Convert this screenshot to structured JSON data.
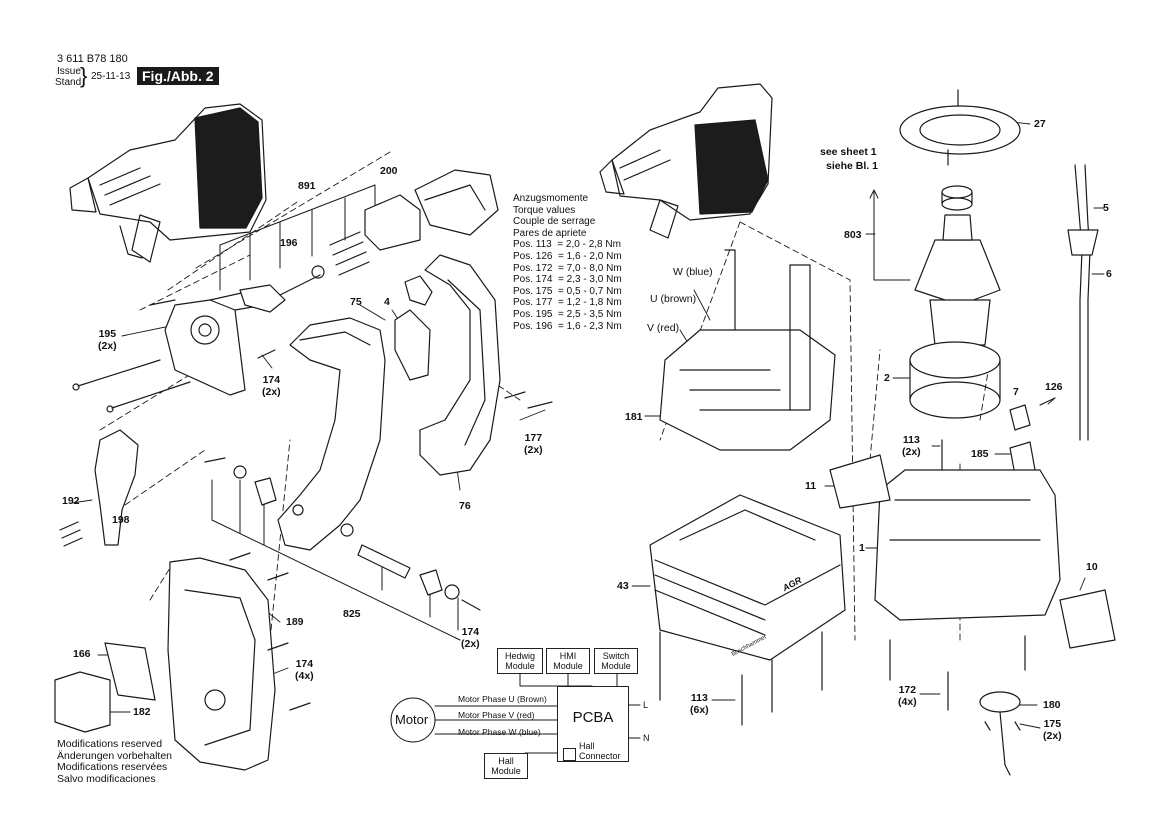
{
  "header": {
    "doc_number": "3 611 B78 180",
    "issue_label": "Issue",
    "stand_label": "Stand",
    "brace": "}",
    "date": "25-11-13",
    "fig_badge": "Fig./Abb. 2"
  },
  "torque": {
    "heading": [
      "Anzugsmomente",
      "Torque values",
      "Couple de serrage",
      "Pares de apriete"
    ],
    "rows": [
      "Pos. 113  = 2,0 - 2,8 Nm",
      "Pos. 126  = 1,6 - 2,0 Nm",
      "Pos. 172  = 7,0 - 8,0 Nm",
      "Pos. 174  = 2,3 - 3,0 Nm",
      "Pos. 175  = 0,5 - 0,7 Nm",
      "Pos. 177  = 1,2 - 1,8 Nm",
      "Pos. 195  = 2,5 - 3,5 Nm",
      "Pos. 196  = 1,6 - 2,3 Nm"
    ]
  },
  "wires": {
    "w": "W (blue)",
    "u": "U (brown)",
    "v": "V (red)"
  },
  "see_sheet": [
    "see sheet 1",
    "siehe Bl. 1"
  ],
  "parts": {
    "p891": "891",
    "p200": "200",
    "p196": "196",
    "p195": "195\n(2x)",
    "p75": "75",
    "p4": "4",
    "p174a": "174\n(2x)",
    "p177": "177\n(2x)",
    "p76": "76",
    "p192": "192",
    "p198": "198",
    "p825": "825",
    "p174b": "174\n(2x)",
    "p189": "189",
    "p166": "166",
    "p174c": "174\n(4x)",
    "p182": "182",
    "p27": "27",
    "p803": "803",
    "p5": "5",
    "p6": "6",
    "p2": "2",
    "p7": "7",
    "p126": "126",
    "p181": "181",
    "p113a": "113\n(2x)",
    "p185": "185",
    "p11": "11",
    "p1": "1",
    "p10": "10",
    "p43": "43",
    "p113b": "113\n(6x)",
    "p172": "172\n(4x)",
    "p180": "180",
    "p175": "175\n(2x)"
  },
  "block_diagram": {
    "hedwig": [
      "Hedwig",
      "Module"
    ],
    "hmi": [
      "HMI",
      "Module"
    ],
    "switch": [
      "Switch",
      "Module"
    ],
    "pcba": "PCBA",
    "motor": "Motor",
    "phase_u": "Motor Phase U (Brown)",
    "phase_v": "Motor Phase V (red)",
    "phase_w": "Motor Phase W (blue)",
    "hall_module": [
      "Hall",
      "Module"
    ],
    "hall_connector": [
      "Hall",
      "Connector"
    ],
    "l": "L",
    "n": "N"
  },
  "housing_text": {
    "agr": "AGR",
    "brand": "Boschhammer"
  },
  "footer": [
    "Modifications reserved",
    "Änderungen vorbehalten",
    "Modifications reservées",
    "Salvo modificaciones"
  ]
}
